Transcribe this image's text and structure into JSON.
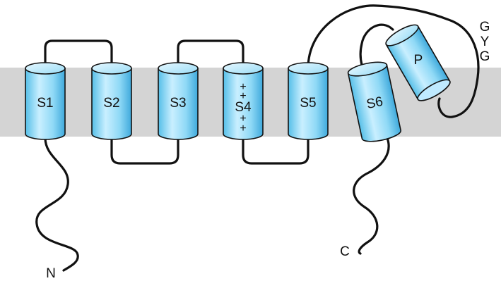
{
  "colors": {
    "membrane": "#d4d4d4",
    "helix_light": "#d8f3ff",
    "helix_mid": "#8fd9f6",
    "helix_dark": "#45b4e4",
    "line": "#111111"
  },
  "helices": [
    {
      "id": "s1",
      "label": "S1"
    },
    {
      "id": "s2",
      "label": "S2"
    },
    {
      "id": "s3",
      "label": "S3"
    },
    {
      "id": "s4",
      "label": "S4",
      "charges": [
        "+",
        "+",
        "+",
        "+"
      ]
    },
    {
      "id": "s5",
      "label": "S5"
    },
    {
      "id": "s6",
      "label": "S6"
    },
    {
      "id": "p",
      "label": "P"
    }
  ],
  "selectivity_filter": [
    "G",
    "Y",
    "G"
  ],
  "termini": {
    "n": "N",
    "c": "C"
  }
}
